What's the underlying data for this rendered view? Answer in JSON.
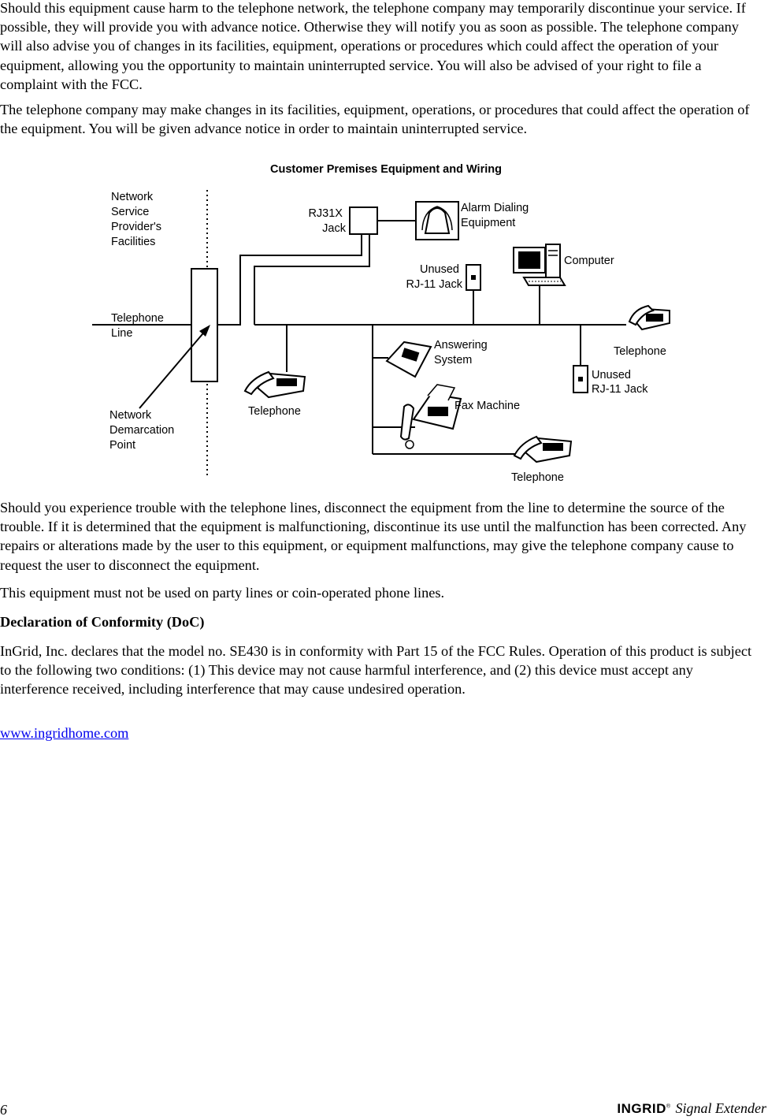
{
  "paragraphs": {
    "p1": "Should this equipment cause harm to the telephone network, the telephone company may temporarily discontinue your service. If possible, they will provide you with advance notice. Otherwise they will notify you as soon as possible. The telephone company will also advise you of changes in its facilities, equipment, operations or procedures which could affect the operation of your equipment, allowing you the opportunity to maintain uninterrupted service. You will also be advised of your right to file a complaint with the FCC.",
    "p2": "The telephone company may make changes in its facilities, equipment, operations, or procedures that could affect the operation of the equipment. You will be given advance notice in order to maintain uninterrupted service.",
    "p3": "Should you experience trouble with the telephone lines, disconnect the equipment from the line to determine the source of the trouble. If it is determined that the equipment is malfunctioning, discontinue its use until the malfunction has been corrected. Any repairs or alterations made by the user to this equipment, or equipment malfunctions, may give the telephone company cause to request the user to disconnect the equipment.",
    "p4": "This equipment must not be used on party lines or coin-operated phone lines.",
    "heading": "Declaration of Conformity (DoC)",
    "p5": "InGrid, Inc. declares that the model no. SE430 is in conformity with Part 15 of the FCC Rules. Operation of this product is subject to the following two conditions: (1) This device may not cause harmful interference, and (2) this device must accept any interference received, including interference that may cause undesired operation."
  },
  "link": "www.ingridhome.com",
  "diagram": {
    "title": "Customer Premises Equipment and Wiring",
    "nsp_facilities": [
      "Network",
      "Service",
      "Provider's",
      "Facilities"
    ],
    "telephone_line": [
      "Telephone",
      "Line"
    ],
    "demarcation": [
      "Network",
      "Demarcation",
      "Point"
    ],
    "rj31x": [
      "RJ31X",
      "Jack"
    ],
    "alarm": [
      "Alarm Dialing",
      "Equipment"
    ],
    "unused_jack_top": [
      "Unused",
      "RJ-11 Jack"
    ],
    "computer": "Computer",
    "telephone_right": "Telephone",
    "answering": [
      "Answering",
      "System"
    ],
    "unused_jack_right": [
      "Unused",
      "RJ-11 Jack"
    ],
    "telephone_left": "Telephone",
    "fax": "Fax Machine",
    "telephone_bottom": "Telephone"
  },
  "footer": {
    "page_number": "6",
    "brand": "INGRID",
    "trademark": "®",
    "product": "Signal Extender"
  }
}
